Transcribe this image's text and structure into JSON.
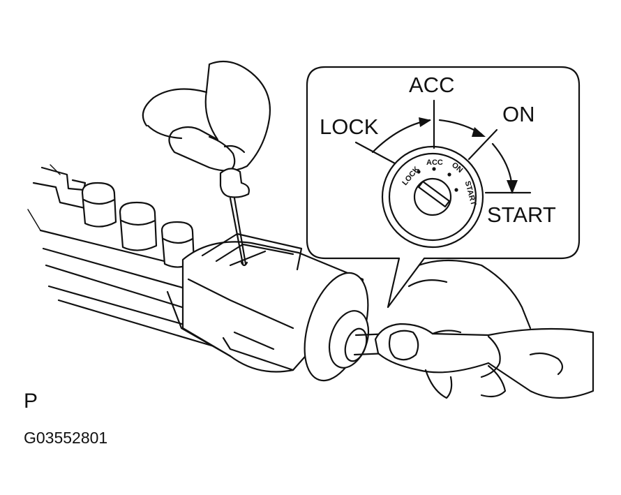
{
  "figure": {
    "view_letter": "P",
    "reference_code": "G03552801"
  },
  "inset": {
    "outer_labels": {
      "lock": "LOCK",
      "acc": "ACC",
      "on": "ON",
      "start": "START"
    },
    "cylinder_labels": {
      "lock": "LOCK",
      "acc": "ACC",
      "on": "ON",
      "start": "START"
    }
  }
}
